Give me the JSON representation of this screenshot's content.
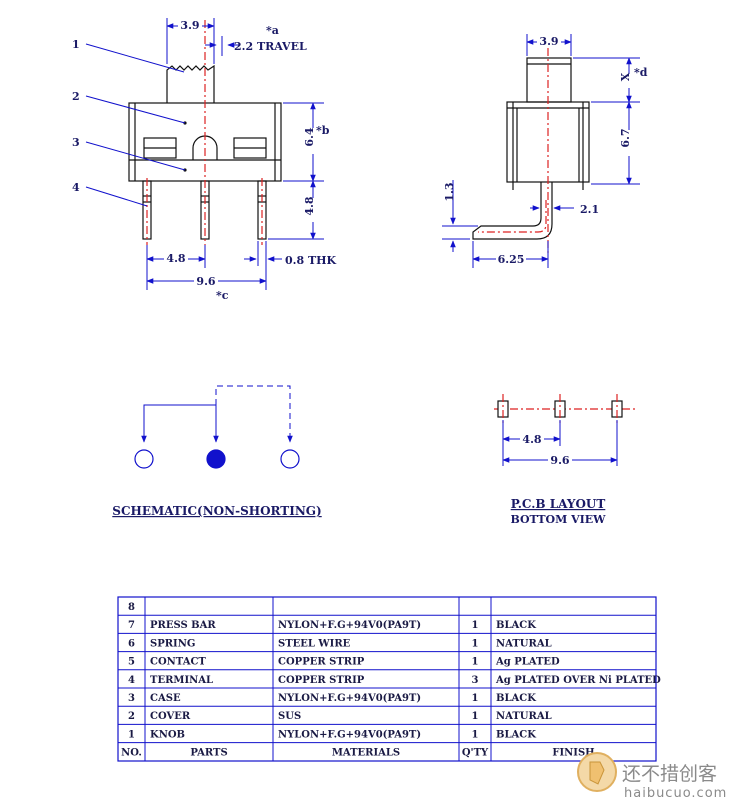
{
  "front_view": {
    "callouts": [
      "1",
      "2",
      "3",
      "4"
    ],
    "dim_knob_width": "3.9",
    "note_a": "*a",
    "dim_travel": "2.2 TRAVEL",
    "dim_body_height": "6.4",
    "note_b": "*b",
    "dim_pin_length": "4.8",
    "dim_pitch": "4.8",
    "dim_thickness": "0.8 THK",
    "dim_total_width": "9.6",
    "note_c": "*c"
  },
  "side_view": {
    "dim_knob_width": "3.9",
    "dim_x": "X",
    "note_d": "*d",
    "dim_body_height": "6.7",
    "dim_bend": "1.3",
    "dim_offset": "2.1",
    "dim_foot": "6.25"
  },
  "schematic": {
    "caption": "SCHEMATIC(NON-SHORTING)"
  },
  "pcb_layout": {
    "dim_pitch": "4.8",
    "dim_total": "9.6",
    "caption_line1": "P.C.B  LAYOUT",
    "caption_line2": "BOTTOM  VIEW"
  },
  "parts_table": {
    "headers": [
      "NO.",
      "PARTS",
      "MATERIALS",
      "Q'TY",
      "FINISH"
    ],
    "rows": [
      [
        "8",
        "",
        "",
        "",
        ""
      ],
      [
        "7",
        "PRESS BAR",
        "NYLON+F.G+94V0(PA9T)",
        "1",
        "BLACK"
      ],
      [
        "6",
        "SPRING",
        "STEEL WIRE",
        "1",
        "NATURAL"
      ],
      [
        "5",
        "CONTACT",
        "COPPER STRIP",
        "1",
        "Ag PLATED"
      ],
      [
        "4",
        "TERMINAL",
        "COPPER STRIP",
        "3",
        "Ag PLATED OVER Ni PLATED"
      ],
      [
        "3",
        "CASE",
        "NYLON+F.G+94V0(PA9T)",
        "1",
        "BLACK"
      ],
      [
        "2",
        "COVER",
        "SUS",
        "1",
        "NATURAL"
      ],
      [
        "1",
        "KNOB",
        "NYLON+F.G+94V0(PA9T)",
        "1",
        "BLACK"
      ]
    ]
  },
  "watermark": {
    "line1": "还不措创客",
    "line2": "haibucuo.com"
  }
}
